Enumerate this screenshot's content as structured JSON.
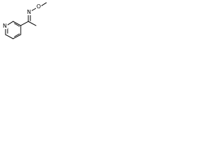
{
  "molecule": {
    "atoms": {
      "N_ring": "N",
      "N_imine": "N",
      "O": "O"
    },
    "colors": {
      "bond": "#000000",
      "label": "#000000",
      "background": "#ffffff"
    }
  }
}
